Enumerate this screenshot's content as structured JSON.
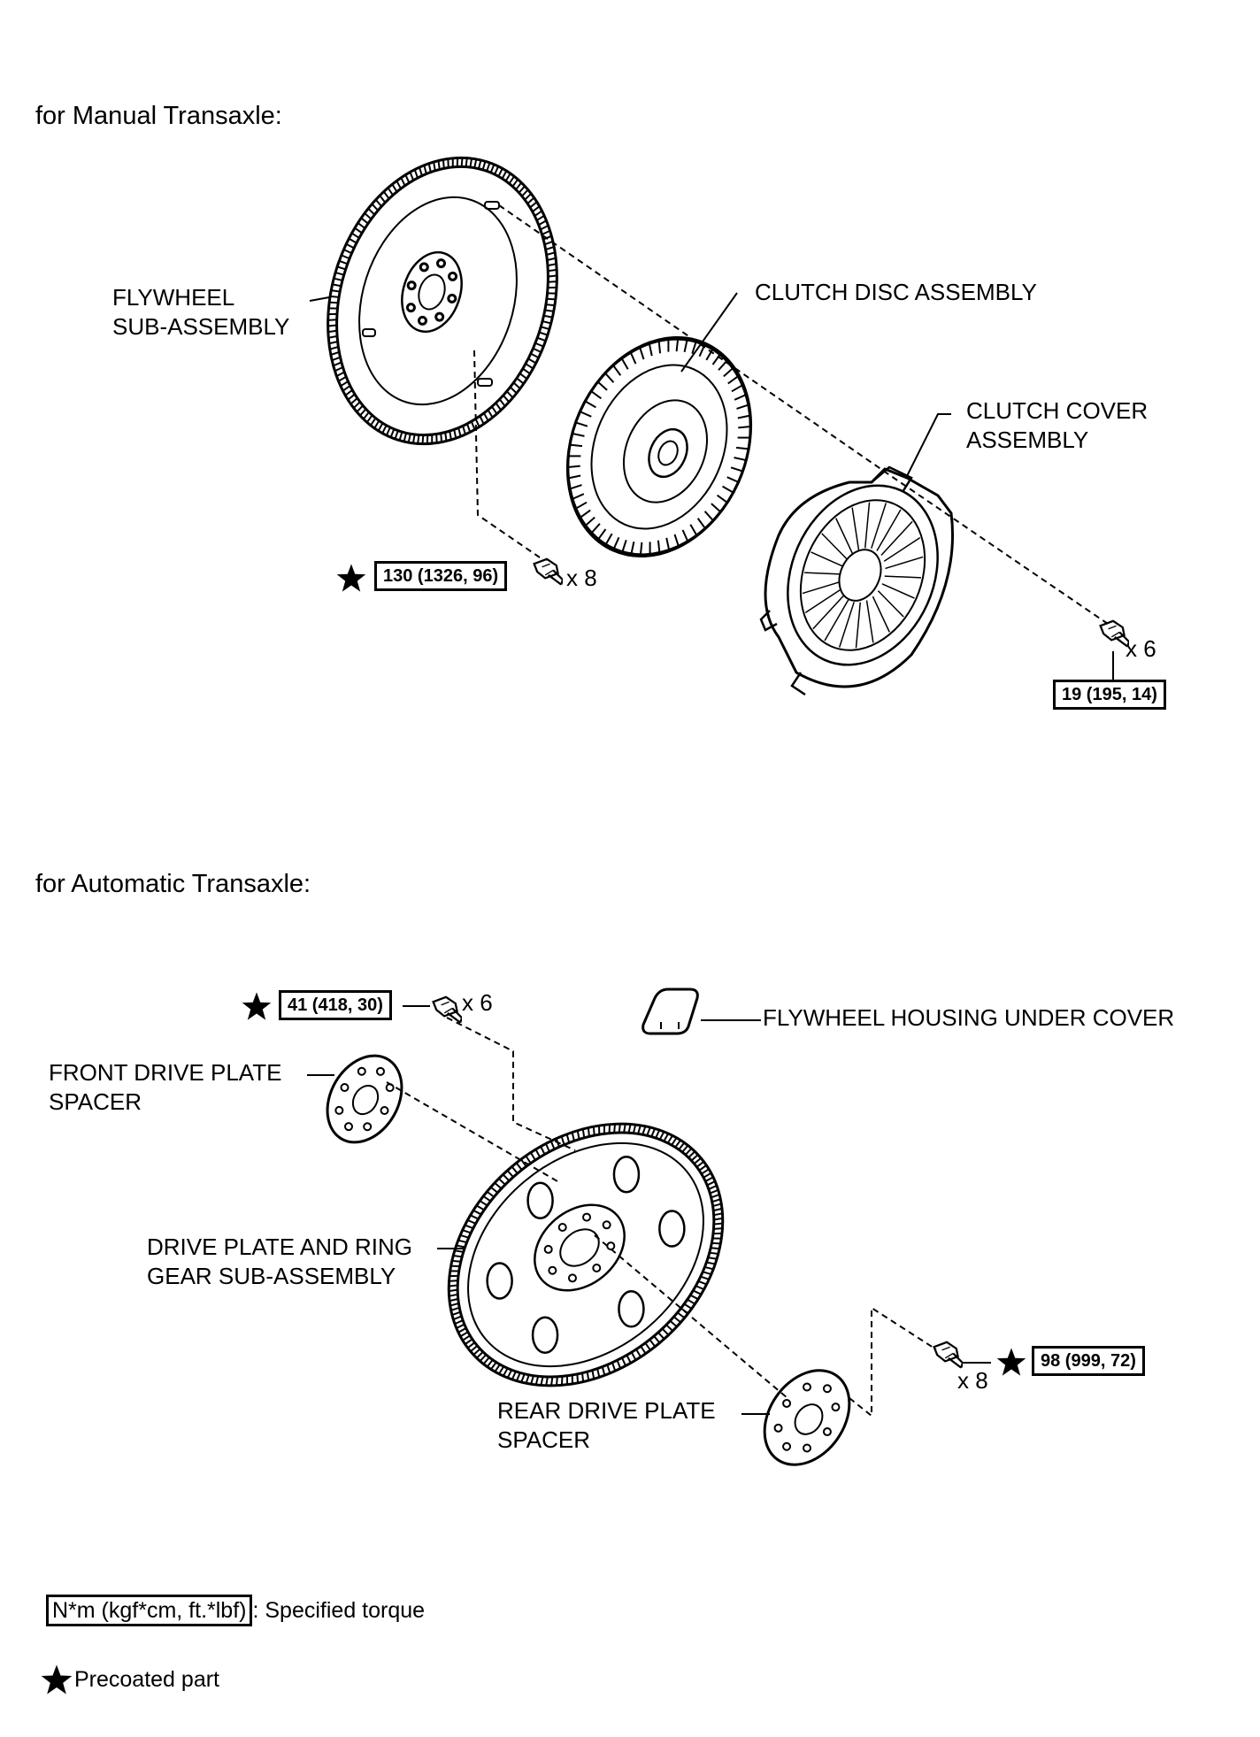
{
  "manual": {
    "heading": "for Manual Transaxle:",
    "flywheel_label": "FLYWHEEL\nSUB-ASSEMBLY",
    "clutch_disc_label": "CLUTCH DISC ASSEMBLY",
    "clutch_cover_label": "CLUTCH COVER\nASSEMBLY",
    "flywheel_bolt_torque": "130 (1326, 96)",
    "flywheel_bolt_qty": "x 8",
    "cover_bolt_torque": "19 (195, 14)",
    "cover_bolt_qty": "x 6"
  },
  "automatic": {
    "heading": "for Automatic Transaxle:",
    "front_bolt_torque": "41 (418, 30)",
    "front_bolt_qty": "x 6",
    "housing_cover_label": "FLYWHEEL HOUSING UNDER COVER",
    "front_spacer_label": "FRONT DRIVE PLATE\nSPACER",
    "drive_plate_label": "DRIVE PLATE AND RING\nGEAR SUB-ASSEMBLY",
    "rear_spacer_label": "REAR DRIVE PLATE\nSPACER",
    "rear_bolt_torque": "98 (999, 72)",
    "rear_bolt_qty": "x 8"
  },
  "legend": {
    "torque_unit": "N*m (kgf*cm, ft.*lbf)",
    "torque_desc": ": Specified torque",
    "precoated_desc": "Precoated part"
  },
  "icons": {
    "precoated": "star-icon",
    "bolt": "bolt-icon"
  }
}
